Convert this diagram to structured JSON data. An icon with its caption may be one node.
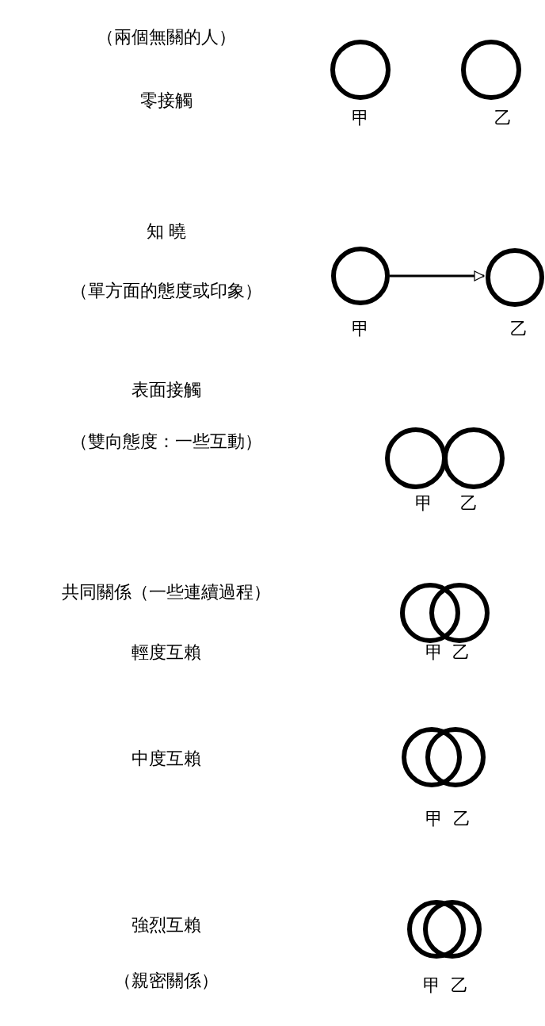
{
  "diagram": {
    "nodes": [
      {
        "text": [],
        "shape": "circle",
        "beside": [
          "甲"
        ]
      },
      {
        "text": [],
        "shape": "circle",
        "beside": [
          "乙"
        ]
      },
      {
        "text": [],
        "shape": "circle",
        "beside": [
          "甲"
        ]
      },
      {
        "text": [],
        "shape": "circle",
        "beside": [
          "乙"
        ]
      },
      {
        "text": [],
        "shape": "circle",
        "beside": [
          "甲"
        ]
      },
      {
        "text": [],
        "shape": "circle",
        "beside": [
          "乙"
        ]
      },
      {
        "text": [],
        "shape": "circle",
        "beside": [
          "甲"
        ]
      },
      {
        "text": [],
        "shape": "circle",
        "beside": [
          "乙"
        ]
      },
      {
        "text": [],
        "shape": "circle",
        "beside": [
          "甲"
        ]
      },
      {
        "text": [],
        "shape": "circle",
        "beside": [
          "乙"
        ]
      },
      {
        "text": [],
        "shape": "circle",
        "beside": [
          "甲"
        ]
      },
      {
        "text": [],
        "shape": "circle",
        "beside": [
          "乙"
        ]
      }
    ],
    "edges": [
      {
        "from": 2,
        "to": 3,
        "arrow": "to"
      }
    ],
    "labels": [
      "（兩個無關的人）",
      "零接觸",
      "知 曉",
      "（單方面的態度或印象）",
      "表面接觸",
      "（雙向態度：一些互動）",
      "共同關係（一些連續過程）",
      "輕度互賴",
      "中度互賴",
      "強烈互賴",
      "（親密關係）"
    ]
  }
}
